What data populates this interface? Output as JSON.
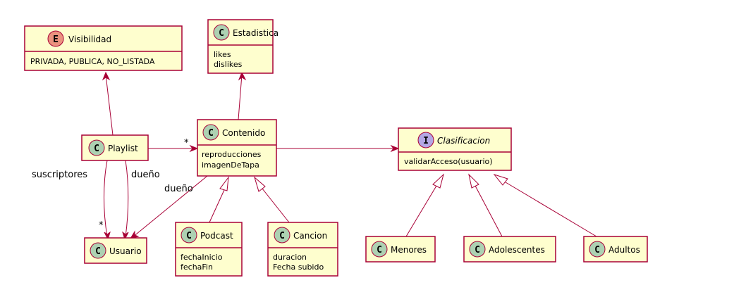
{
  "classes": {
    "visibilidad": {
      "kind": "E",
      "name": "Visibilidad",
      "members": [
        "PRIVADA, PUBLICA, NO_LISTADA"
      ],
      "kind_color": "#EB937F"
    },
    "estadistica": {
      "kind": "C",
      "name": "Estadistica",
      "members": [
        "likes",
        "dislikes"
      ],
      "kind_color": "#ADD1B2"
    },
    "playlist": {
      "kind": "C",
      "name": "Playlist",
      "members": [],
      "kind_color": "#ADD1B2"
    },
    "contenido": {
      "kind": "C",
      "name": "Contenido",
      "members": [
        "reproducciones",
        "imagenDeTapa"
      ],
      "kind_color": "#ADD1B2"
    },
    "clasificacion": {
      "kind": "I",
      "name": "Clasificacion",
      "members": [
        "validarAcceso(usuario)"
      ],
      "kind_color": "#B4A7E5"
    },
    "usuario": {
      "kind": "C",
      "name": "Usuario",
      "members": [],
      "kind_color": "#ADD1B2"
    },
    "podcast": {
      "kind": "C",
      "name": "Podcast",
      "members": [
        "fechaInicio",
        "fechaFin"
      ],
      "kind_color": "#ADD1B2"
    },
    "cancion": {
      "kind": "C",
      "name": "Cancion",
      "members": [
        "duracion",
        "Fecha subido"
      ],
      "kind_color": "#ADD1B2"
    },
    "menores": {
      "kind": "C",
      "name": "Menores",
      "members": [],
      "kind_color": "#ADD1B2"
    },
    "adolescentes": {
      "kind": "C",
      "name": "Adolescentes",
      "members": [],
      "kind_color": "#ADD1B2"
    },
    "adultos": {
      "kind": "C",
      "name": "Adultos",
      "members": [],
      "kind_color": "#ADD1B2"
    }
  },
  "labels": {
    "suscriptores": "suscriptores",
    "dueno_playlist": "dueño",
    "dueno_contenido": "dueño",
    "mult_usuario": "*",
    "mult_contenido": "*"
  },
  "colors": {
    "box_fill": "#FEFECE",
    "border": "#A80036"
  }
}
